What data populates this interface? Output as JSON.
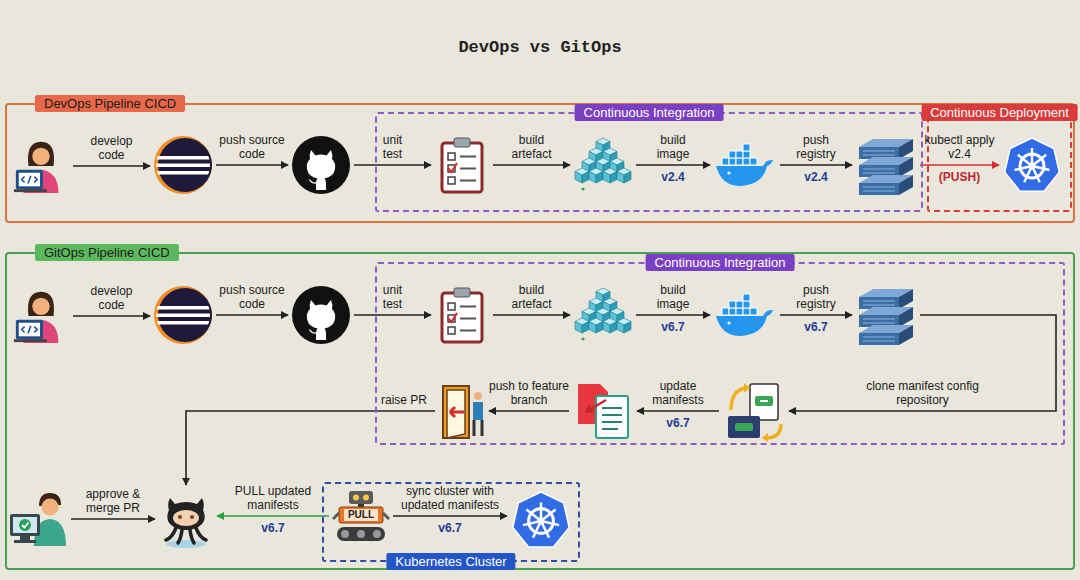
{
  "diagram": {
    "title": "DevOps vs GitOps",
    "nodes": [
      {
        "text": [
          "DevOps Pipeline CICD"
        ]
      },
      {
        "text": [],
        "in": 0
      },
      {
        "text": [],
        "in": 0
      },
      {
        "text": [],
        "in": 0
      },
      {
        "text": [
          "Continuous Integration"
        ],
        "in": 0
      },
      {
        "text": [],
        "in": 4
      },
      {
        "text": [],
        "in": 4
      },
      {
        "text": [],
        "in": 4
      },
      {
        "text": [],
        "in": 4
      },
      {
        "text": [
          "Continuous Deployment"
        ],
        "in": 0
      },
      {
        "text": [],
        "in": 9
      },
      {
        "text": [
          "GitOps Pipeline CICD"
        ]
      },
      {
        "text": [],
        "in": 11
      },
      {
        "text": [],
        "in": 11
      },
      {
        "text": [],
        "in": 11
      },
      {
        "text": [
          "Continuous Integration"
        ],
        "in": 11
      },
      {
        "text": [],
        "in": 15
      },
      {
        "text": [],
        "in": 15
      },
      {
        "text": [],
        "in": 15
      },
      {
        "text": [],
        "in": 15
      },
      {
        "text": [],
        "in": 15
      },
      {
        "text": [],
        "in": 15
      },
      {
        "text": [],
        "in": 15
      },
      {
        "text": [],
        "in": 11
      },
      {
        "text": [],
        "in": 11
      },
      {
        "text": [
          "Kubernetes Cluster"
        ],
        "in": 11
      },
      {
        "text": [
          "PULL"
        ],
        "in": 25
      },
      {
        "text": [],
        "in": 25
      }
    ],
    "edges": [
      {
        "from": 1,
        "to": 2,
        "label": "develop code",
        "arrow": "to"
      },
      {
        "from": 2,
        "to": 3,
        "label": "push source code",
        "arrow": "to"
      },
      {
        "from": 3,
        "to": 5,
        "label": "unit test",
        "arrow": "to"
      },
      {
        "from": 5,
        "to": 6,
        "label": "build artefact",
        "arrow": "to"
      },
      {
        "from": 6,
        "to": 7,
        "label": "build image",
        "arrow": "to"
      },
      {
        "from": 7,
        "to": 8,
        "label": "push registry",
        "arrow": "to"
      },
      {
        "from": 8,
        "to": 10,
        "label": "kubectl apply v2.4",
        "arrow": "to"
      },
      {
        "from": 12,
        "to": 13,
        "label": "develop code",
        "arrow": "to"
      },
      {
        "from": 13,
        "to": 14,
        "label": "push source code",
        "arrow": "to"
      },
      {
        "from": 14,
        "to": 16,
        "label": "unit test",
        "arrow": "to"
      },
      {
        "from": 16,
        "to": 17,
        "label": "build artefact",
        "arrow": "to"
      },
      {
        "from": 17,
        "to": 18,
        "label": "build image",
        "arrow": "to"
      },
      {
        "from": 18,
        "to": 19,
        "label": "push registry",
        "arrow": "to"
      },
      {
        "from": 19,
        "to": 20,
        "label": "clone manifest config repository",
        "arrow": "to"
      },
      {
        "from": 20,
        "to": 21,
        "label": "update manifests",
        "arrow": "to"
      },
      {
        "from": 21,
        "to": 22,
        "label": "push to feature branch",
        "arrow": "to"
      },
      {
        "from": 22,
        "to": 24,
        "label": "raise PR",
        "arrow": "to"
      },
      {
        "from": 23,
        "to": 24,
        "label": "approve & merge PR",
        "arrow": "to"
      },
      {
        "from": 26,
        "to": 24,
        "label": "PULL updated manifests",
        "arrow": "to"
      },
      {
        "from": 26,
        "to": 27,
        "label": "sync cluster with updated manifests",
        "arrow": "to"
      }
    ],
    "labels": [
      "v2.4",
      "v2.4",
      "(PUSH)",
      "v6.7",
      "v6.7",
      "v6.7",
      "v6.7",
      "v6.7"
    ]
  }
}
